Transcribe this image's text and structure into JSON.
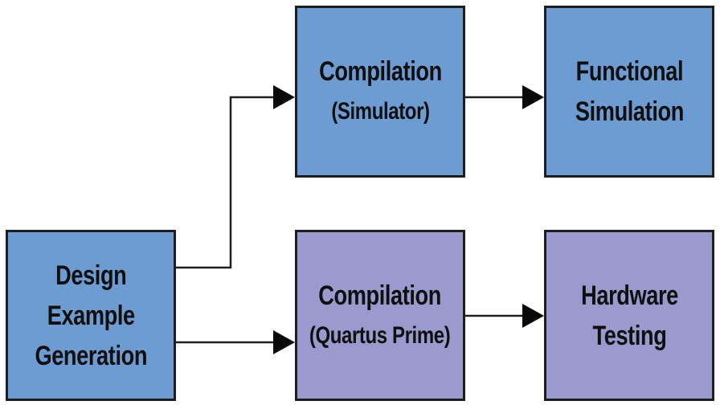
{
  "colors": {
    "node_blue": "#6d9cd2",
    "node_purple": "#9b99ce",
    "border": "#1d1d1d",
    "arrow": "#0a0a0a",
    "text": "#0f0f0f",
    "background": "#ffffff"
  },
  "nodes": {
    "design_example_generation": {
      "lines": [
        "Design",
        "Example",
        "Generation"
      ],
      "fill": "blue"
    },
    "compilation_simulator": {
      "title": "Compilation",
      "subtitle": "(Simulator)",
      "fill": "blue"
    },
    "functional_simulation": {
      "lines": [
        "Functional",
        "Simulation"
      ],
      "fill": "blue"
    },
    "compilation_quartus_prime": {
      "title": "Compilation",
      "subtitle": "(Quartus Prime)",
      "fill": "purple"
    },
    "hardware_testing": {
      "lines": [
        "Hardware",
        "Testing"
      ],
      "fill": "purple"
    }
  },
  "edges": [
    {
      "from": "design_example_generation",
      "to": "compilation_simulator",
      "style": "elbow-up-right"
    },
    {
      "from": "design_example_generation",
      "to": "compilation_quartus_prime",
      "style": "straight-right"
    },
    {
      "from": "compilation_simulator",
      "to": "functional_simulation",
      "style": "straight-right"
    },
    {
      "from": "compilation_quartus_prime",
      "to": "hardware_testing",
      "style": "straight-right"
    }
  ]
}
